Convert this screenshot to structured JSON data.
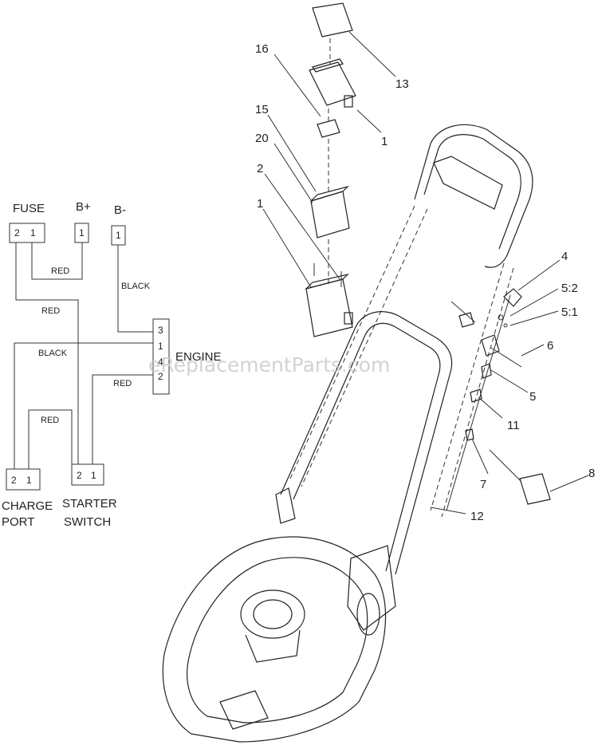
{
  "watermark": "eReplacementParts.com",
  "schematic": {
    "fuse_label": "FUSE",
    "bplus_label": "B+",
    "bminus_label": "B-",
    "engine_label": "ENGINE",
    "charge_label_1": "CHARGE",
    "charge_label_2": "PORT",
    "starter_label_1": "STARTER",
    "starter_label_2": "SWITCH",
    "wire_labels": {
      "red_top": "RED",
      "black_b": "BLACK",
      "red_left": "RED",
      "black_left": "BLACK",
      "red_engine": "RED",
      "red_bottom": "RED"
    },
    "pins": {
      "fuse_2": "2",
      "fuse_1": "1",
      "bplus_1": "1",
      "bminus_1": "1",
      "eng_3": "3",
      "eng_1": "1",
      "eng_4": "4",
      "eng_2": "2",
      "charge_2": "2",
      "charge_1": "1",
      "starter_2": "2",
      "starter_1": "1"
    }
  },
  "callouts": {
    "c13": "13",
    "c16": "16",
    "c1a": "1",
    "c15": "15",
    "c20": "20",
    "c2": "2",
    "c1b": "1",
    "c4": "4",
    "c52": "5:2",
    "c51": "5:1",
    "c6": "6",
    "c5": "5",
    "c11": "11",
    "c7": "7",
    "c8": "8",
    "c12": "12"
  }
}
